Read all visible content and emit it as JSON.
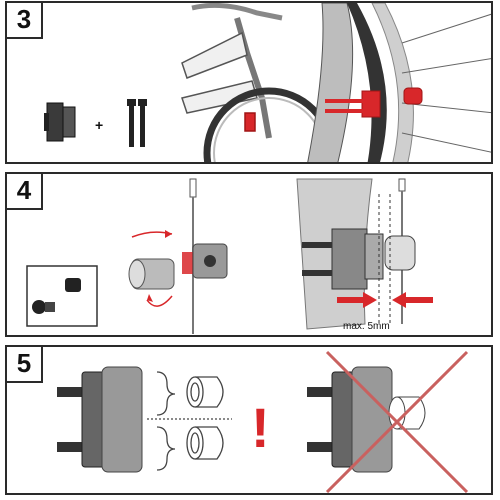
{
  "steps": [
    {
      "number": "3"
    },
    {
      "number": "4",
      "measure_label": "max. 5mm"
    },
    {
      "number": "5"
    }
  ],
  "symbols": {
    "plus": "+",
    "warning": "!"
  },
  "colors": {
    "outline": "#2a2a2a",
    "part_red": "#d8272a",
    "gray_part": "#8c8c8c",
    "dark_part": "#3a3a3a",
    "light_gray": "#cfcfcf"
  }
}
